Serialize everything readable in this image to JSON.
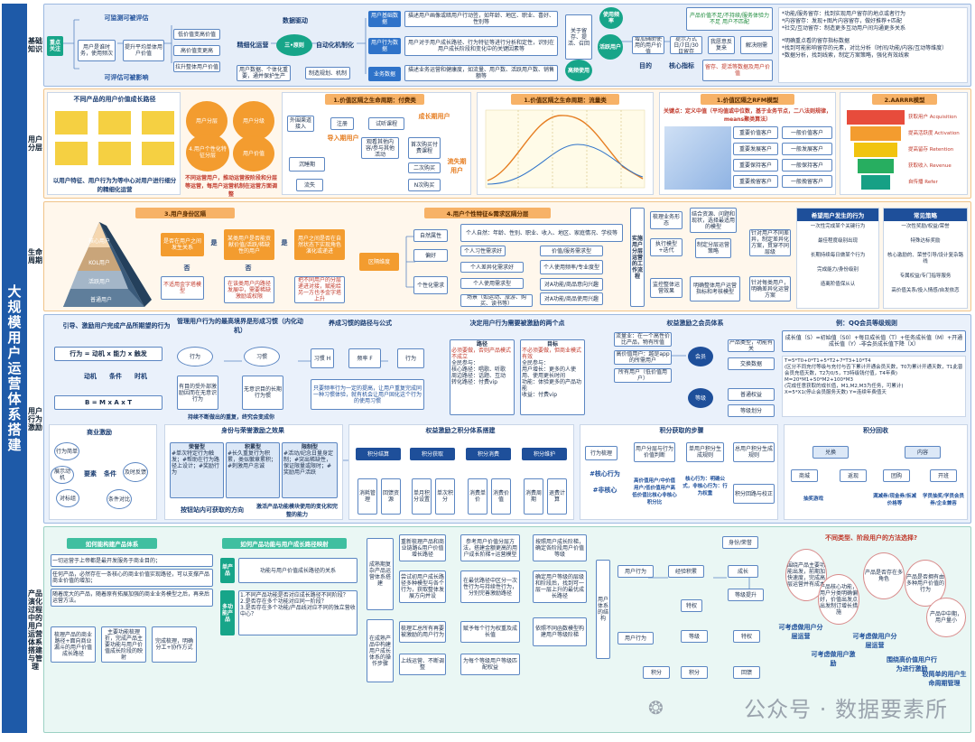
{
  "spine": "大规模用户运营体系搭建",
  "sections": [
    {
      "label": "基础知识"
    },
    {
      "label": "用户分层"
    },
    {
      "label": "生命周期"
    },
    {
      "label": "用户行为激励"
    },
    {
      "label": "产品演化过程中的用户运营体系搭建与管理"
    }
  ],
  "basics": {
    "focus": "重点关注",
    "top_note": "可监测可被评估",
    "bottom_note": "可评估可被影响",
    "left_boxes": [
      "用户是谁时务，使用频次",
      "提升平均单体用户价值"
    ],
    "value_boxes": [
      "低价值变高价值",
      "高价值变更高",
      "拉升整体用户价值"
    ],
    "drive_title": "数据驱动",
    "refine": "精细化运营",
    "three_principles": "三•原则",
    "automation": "自动化机制化",
    "bottom_left": "用户数据、个体化重要，通并保护生产",
    "bottom_mid": "制造规划、机制",
    "user_data_label": "用户基础数据",
    "user_data_text": "描述用户画像或暗用户行动签，如年龄、地区、职业、喜好、性别等",
    "behavior_label": "用户行为数据",
    "behavior_text": "用户对于用户成长路径、行为特征等进行分析和定性，识别在用户成长阶段和变化中的关键因素等",
    "biz_label": "业务数据",
    "biz_text": "描述业务运营和健康度，如流量、用户数、活跃用户数、销售额等",
    "q1": "关于留存、提活、召回",
    "use_frequency": "使用频率",
    "active_users": "活跃用户",
    "high_use": "高频使用",
    "core": "核心指标",
    "chain": [
      "增加辅助使用的用户价值",
      "提示方式 日/7日/30日留存",
      "我愿意反复来",
      "解决刚需"
    ],
    "goal": "目的",
    "indicator": "留存、提活等数据及用户价值",
    "top_right": "产品价值不足/不持续/服务体验力不足 用户不匹配",
    "right_list": [
      "*功能/服务留存：找到实现用户留存的地点或者行为",
      "*内容留存：发现+图片内容留存，做好推荐+匹配",
      "*社交/互动留存：制造更多互动用户间沟通更多关系"
    ],
    "right_list2": [
      "*明确重点看的留存指标数据",
      "*找到可能影响留存的元素，对比分析（时间/功能/内容/互动等维度）",
      "*数据分析，找到线索，制定方案策略，强化有效线索"
    ]
  },
  "layer": {
    "p1_title": "不同产品的用户价值成长路径",
    "p1_note": "以用户特征、用户行为为等中心对用户进行细分的精细化运营",
    "circles": [
      "用户分层",
      "用户分级",
      "4.用户个性化特征分层",
      "用户价值"
    ],
    "circle_note": "不同运营用户，推动运营按阶段和分层等运营，每用户运营机制在运营方面调整",
    "m1_title": "1.价值区隔之生命周期：付费类",
    "m_items": [
      "外围渠道接入",
      "注册",
      "试听课程",
      "成长期用户",
      "观看其他内容/参与其他活动",
      "首次购买付费课程",
      "二次购买",
      "N次购买",
      "导入期用户",
      "流失期用户",
      "沉睡期",
      "流失"
    ],
    "m2_title": "1.价值区隔之生命周期：流量类",
    "m3_title": "1.价值区隔之RFM模型",
    "m3_note": "关键点：定义中值（平均值或中位数，基于业务节点，二八法则规律，means聚类算法）",
    "rfm": [
      "重要价值客户",
      "重要发展客户",
      "重要保持客户",
      "重要挽留客户",
      "一般价值客户",
      "一般发展客户",
      "一般保持客户",
      "一般挽留客户"
    ],
    "m4_title": "2.AARRR模型",
    "funnel": [
      "获取用户 Acquisition",
      "提高活跃度 Activation",
      "提高留存 Retention",
      "获取收入 Revenue",
      "自传播 Refer"
    ]
  },
  "lifecycle": {
    "t1": "3.用户身份区隔",
    "pyramid": [
      "核心用户",
      "KOL用户",
      "活跃用户",
      "普通用户"
    ],
    "q_boxes": [
      "是否在用户之间发生关系",
      "某类用户是否能贡献价值/活跃/稀缺性的用户",
      "用户之间是否在自然状态下实现角色演化或递进"
    ],
    "yes": "是",
    "no": "否",
    "results": [
      "不适用金字塔模型",
      "在该类用户内路径发展中，需要稀缺激励或权限",
      "把不同用户的分层递进对接，赋能给另一方也予金字塔上升"
    ],
    "t2": "4.用户个性特征&需求区隔分层",
    "tree_root": "区隔维度",
    "branches": [
      "自然属性",
      "偏好",
      "个性化需求"
    ],
    "leaves": [
      "个人自然：年龄、性别、职业、收入、地区、家庭情况、学校等",
      "个人习性需求好",
      "价值/服务需求型",
      "个人差异化需求好",
      "个人使用频率/专业度型",
      "个人使用需求型",
      "对A功能/商品意向兴趣",
      "对A功能/商品使用兴趣",
      "场景（如运动、旅游、购买、读书等）"
    ],
    "flow_title": "实施用户分层运营的工作流程",
    "flow": [
      "梳理业务形态",
      "结合资源、问题和现状，选择最适用的模型",
      "执行模型+迭代",
      "制定分层运营策略",
      "针对用户不同差异，制定差异化方案，贯穿不同层级",
      "监控整体运营效果",
      "明确整体用户运营指标和考核模型",
      "针对每类用户，明确差异化运营方案"
    ],
    "card1_title": "希望用户发生的行为",
    "card1": [
      "一次性完成某个关键行为",
      "最佳程度级别出现",
      "长期持续每日做某个行为",
      "完成能力/身份级别",
      "造离阶值保从认"
    ],
    "card2_title": "常见策略",
    "card2": [
      "一次性奖励/权益/荣誉",
      "特殊达标奖励",
      "核心激励的、荣誉引导/设计复杂路线",
      "专属权益/专门指导服务",
      "高价值关系/投入情感/自发依恋"
    ]
  },
  "incentive": {
    "t1": "引导、激励用户完成产品所期望的行为",
    "formula1": "行为 = 动机 x 能力 x 触发",
    "formula_labels": [
      "动机",
      "条件",
      "时机"
    ],
    "formula2": "B = M x A x T",
    "t2": "管理用户行为的最高境界是形成习惯（内化动机）",
    "act": "行为",
    "habit": "习惯",
    "r1": "有目的受外部激励因而在无意识行为",
    "r2": "无意识目的长期行为惯",
    "r_note": "持续不断做出的重复，终究会变成你",
    "t3": "养成习惯的路径与公式",
    "habit_f": "习惯 H",
    "freq": "频率 F",
    "bh": "行为",
    "habit_note": "只要频率行为一定的提高，让用户重复完成同一种习惯体验，就有机会让用户固化这个行为的使用习惯",
    "t4": "决定用户行为需要被激励的两个点",
    "path_t": "路径",
    "goal_t": "目标",
    "path_items": [
      "必须要做，否则产品模式不成立",
      "全民参与：",
      "核心路径：唱歌、听歌",
      "周边路径：话题、互动",
      "转化路径：付费vip"
    ],
    "goal_items": [
      "不必须要做，但商业模式有效",
      "全民参与：",
      "用户增长：更多的人使用、使用更长时间",
      "功能：体验更多的产品功能",
      "收益：付费vip"
    ],
    "t5": "权益激励之会员体系",
    "member_rows": [
      "流量业：在一个高性价比产品，物有所值",
      "高价值用户：越是app的所需用户",
      "所有用户（低价值用户）"
    ],
    "member": "会员",
    "grade": "等级",
    "member_right": [
      "产品类型，功能有关",
      "交换数据",
      "普通权益",
      "等级划分"
    ],
    "t6": "例：QQ会员等级规则",
    "qq_rule": "成长值（S）=初始值（S0）+每日成长值（T）+任务成长值（M）+开通成长值（Y）-非会员成长值下降（X）",
    "qq_calc": [
      "T=5*T0+0*T1+5*T2+7*T3+10*T4",
      "(区分不同充付等级与充付与否下累计开通会员天数，T0为累计开通天数，T1此普会员充值天数，T2为0/5，T3特级钱付值，T4年费)",
      "M=20*M1+50*M2+100*M3",
      "(完成任意获取的成长值，M1,M2,M3为任务，可累计)",
      "X=5*X1(停止会员服务天数) Y=连续年费值天"
    ],
    "t7": "商业激励",
    "t8": "身份与荣誉激励之效果",
    "t9": "权益激励之积分体系搭建",
    "t10": "积分获取的步骤",
    "t11": "积分回收",
    "wheel": [
      "行为简单",
      "展示动机",
      "对标组",
      "要素",
      "条件",
      "及时反馈",
      "条件对比"
    ],
    "badge_cols": [
      "荣誉型",
      "积累型",
      "限制型"
    ],
    "badge_texts": [
      "#单次特定行为触发；#帮助在行为路径上设计；#奖励行为",
      "#长久重复行为积累，类似徽章累积；#刺激用户忠诚",
      "#活动/纪念日量身定制；#突出稀缺性，保证限量或限时；#奖励用户活跃"
    ],
    "badge_note1": "按钮站内可获取的方向",
    "badge_note2": "激活产品功能模块使用的变化和完整的能力",
    "points": [
      "积分结算",
      "积分获取",
      "积分消费",
      "积分维护"
    ],
    "points_sub": [
      "消耗管理",
      "回馈资源",
      "单月积分设置",
      "单次积分",
      "消费单价",
      "消费价值",
      "消费周期",
      "退费计算"
    ],
    "step_items": [
      "行为梳理",
      "用户分层与行为价值判断",
      "单用户积分生成规则",
      "总用户积分生成规则",
      "积分回路与校正",
      "#核心行为",
      "#非核心",
      "高价值用户/中价值用户/低价值用户高低价值比核心非核心积分比",
      "核心行为：明确公式，非核心行为：行为权重",
      "积分回路校正"
    ],
    "recycle": [
      "兑换",
      "内容",
      "商城",
      "返现",
      "团购",
      "开班",
      "抽奖游戏",
      "满减券/现金券/拆减价格等",
      "学员抽奖/学员会员券/企业兼容"
    ]
  },
  "evolution": {
    "t1": "如何能构建产品体系",
    "steps": [
      "一切运营于上帝都是最开发服务于商业目的；",
      "任何产品，必然存在一条核心的商业价值实现路径，可以支撑产品商业价值的增加；",
      "随着庞大的产品，随着原有拓展加强的商业业务模型之后，再来后运营方法。"
    ],
    "bottom3": [
      "梳理产品的商业路径+面向商业漏斗的用户价值成长路径",
      "主要功能梳理折，完成产品主要功能与用户价值成长阶段的映射",
      "完成梳理，明确分工+协作方式"
    ],
    "t2": "如何产品功能与用户成长路径映射",
    "single": "单产品",
    "single_text": "功能与用户价值成长路径的关系",
    "multi": "多功能产品",
    "multi_text": [
      "1.不同产品功能是否对应成长路径不同阶段？",
      "2.是否存在多个功能对应同一阶段？",
      "3.是否存在多个功能/产品线对应不同的独立营收中心？"
    ],
    "t3": "成熟期复杂产品运营体系搭建",
    "mature": [
      "重新梳理产品和商业链路&用户价值增长路径",
      "参考用户价值分层方法，搭建金额更高的用户成长阶梯+运营模型",
      "按照用户成长阶梯，确定各阶段用户价值等级",
      "尝试初用户成长路径多种模型与各个行为，获取整体发展方向并设",
      "在最优路径中区分一次性行为与持续性行为，分别完善激励路径",
      "确定用户等级的层级和阶段后，找到可一层一层上升的最优成长路径"
    ],
    "t4": "在成熟产品中构建用户成长体系的操作步骤",
    "grow": [
      "梳理汇总所有再要被激励的用户行为",
      "赋予每个行为权重及成长值",
      "依照不同函数模型构建用户等级阶梯",
      "上线运营、不断调整",
      "为每个等级用户等级匹配权益"
    ],
    "t5": "用户体系的结构",
    "struct": [
      "身份/荣誉",
      "用户行为",
      "经验积累",
      "成长",
      "等级提升",
      "特权",
      "用户行为",
      "等级",
      "特权",
      "积分",
      "回馈",
      "积分"
    ],
    "t6": "不同类型、阶段用户的方法选择?",
    "bubbles": [
      "围绕产品主要功能出发，前期加快速度，完成高层运营并有成本",
      "产品核心功能，用户分类明确偏好，价值出发点出发制订增长措施",
      "产品是否存在多角色",
      "产品是否拥有由多种用户价值的行为",
      "产品中中期，用户量小"
    ],
    "answers": [
      "可考虑做用户分层运营",
      "可考虑做用户激励",
      "可考虑做用户分层运营",
      "围绕高价值用户行为进行激励",
      "较简单的用户生命周期管理"
    ]
  },
  "watermark": "公众号 · 数据要素所"
}
